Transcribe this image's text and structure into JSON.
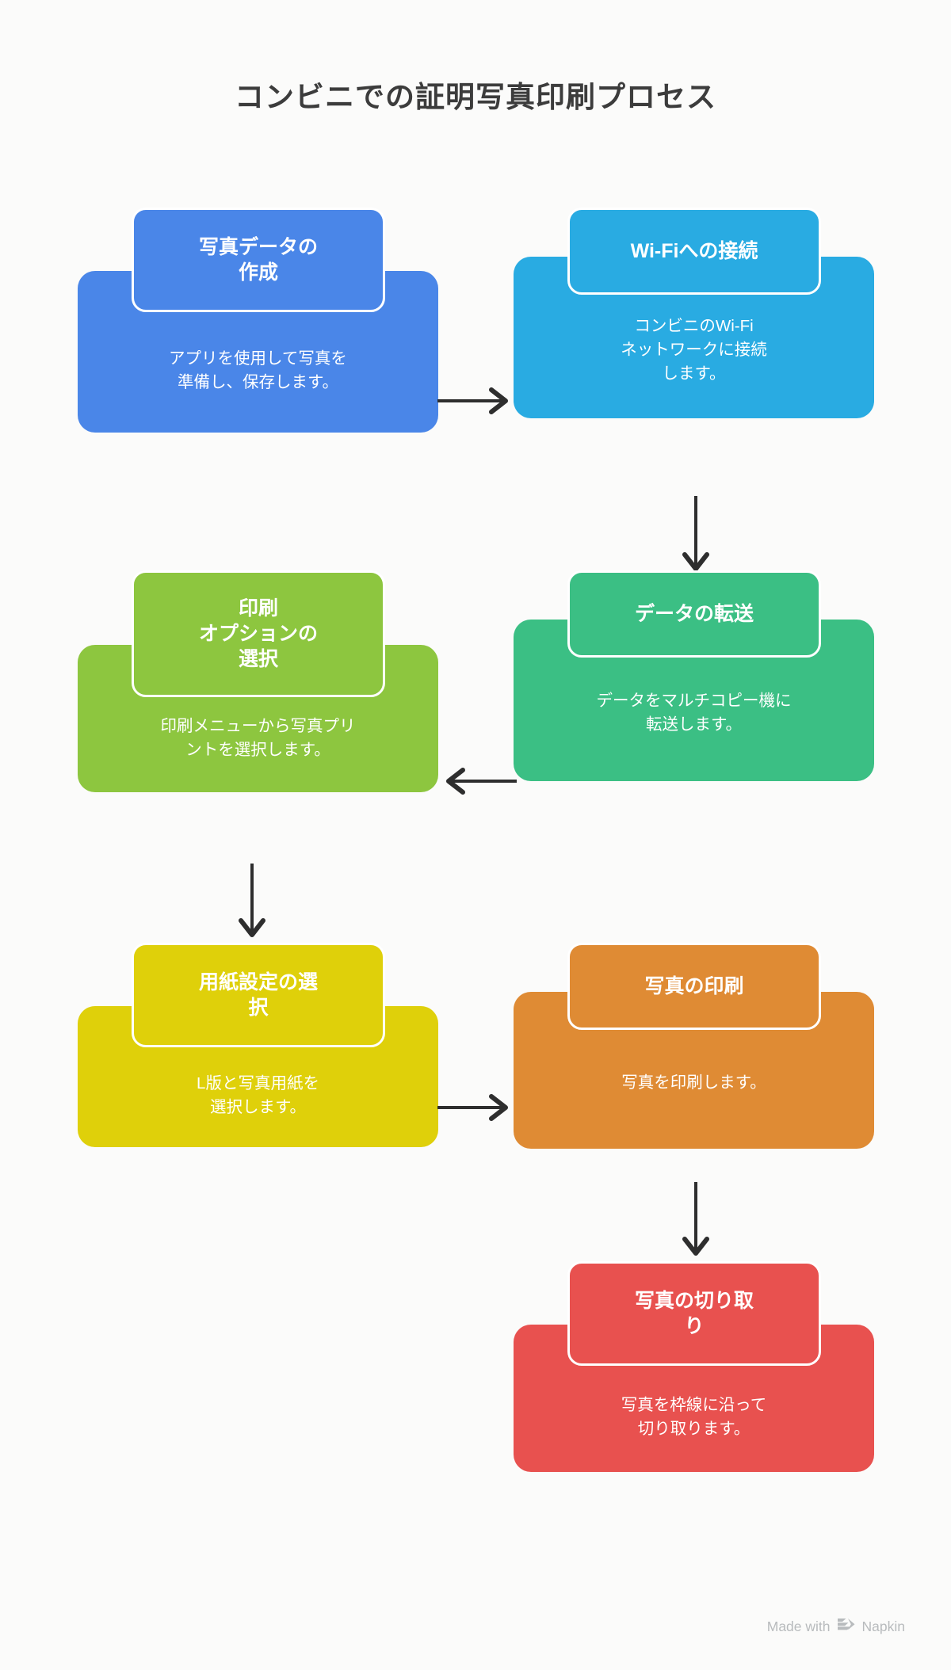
{
  "page": {
    "title": "コンビニでの証明写真印刷プロセス",
    "background": "#fbfbfa"
  },
  "footer": {
    "prefix": "Made with",
    "brand": "Napkin",
    "logo_icon": "napkin-stripes-logo-icon",
    "color": "#b8bbbd"
  },
  "diagram": {
    "type": "flowchart",
    "layout": "two-column-zigzag",
    "nodes": [
      {
        "id": "step-1",
        "order": 1,
        "title": "写真データの\n作成",
        "description": "アプリを使用して写真を\n準備し、保存します。",
        "color": "#4a86e8"
      },
      {
        "id": "step-2",
        "order": 2,
        "title": "Wi-Fiへの接続",
        "description": "コンビニのWi-Fi\nネットワークに接続\nします。",
        "color": "#29abe2"
      },
      {
        "id": "step-3",
        "order": 3,
        "title": "印刷\nオプションの\n選択",
        "description": "印刷メニューから写真プリ\nントを選択します。",
        "color": "#8dc63f"
      },
      {
        "id": "step-4",
        "order": 4,
        "title": "データの転送",
        "description": "データをマルチコピー機に\n転送します。",
        "color": "#3bbf84"
      },
      {
        "id": "step-5",
        "order": 5,
        "title": "用紙設定の選\n択",
        "description": "L版と写真用紙を\n選択します。",
        "color": "#dfd00a"
      },
      {
        "id": "step-6",
        "order": 6,
        "title": "写真の印刷",
        "description": "写真を印刷します。",
        "color": "#df8b34"
      },
      {
        "id": "step-7",
        "order": 7,
        "title": "写真の切り取\nり",
        "description": "写真を枠線に沿って\n切り取ります。",
        "color": "#e8514f"
      }
    ],
    "connectors": [
      {
        "id": "arrow-1-2",
        "from": "step-1",
        "to": "step-2",
        "direction": "right"
      },
      {
        "id": "arrow-2-4",
        "from": "step-2",
        "to": "step-4",
        "direction": "down"
      },
      {
        "id": "arrow-4-3",
        "from": "step-4",
        "to": "step-3",
        "direction": "left"
      },
      {
        "id": "arrow-3-5",
        "from": "step-3",
        "to": "step-5",
        "direction": "down"
      },
      {
        "id": "arrow-5-6",
        "from": "step-5",
        "to": "step-6",
        "direction": "right"
      },
      {
        "id": "arrow-6-7",
        "from": "step-6",
        "to": "step-7",
        "direction": "down"
      }
    ],
    "arrow_color": "#2e2e2e"
  }
}
